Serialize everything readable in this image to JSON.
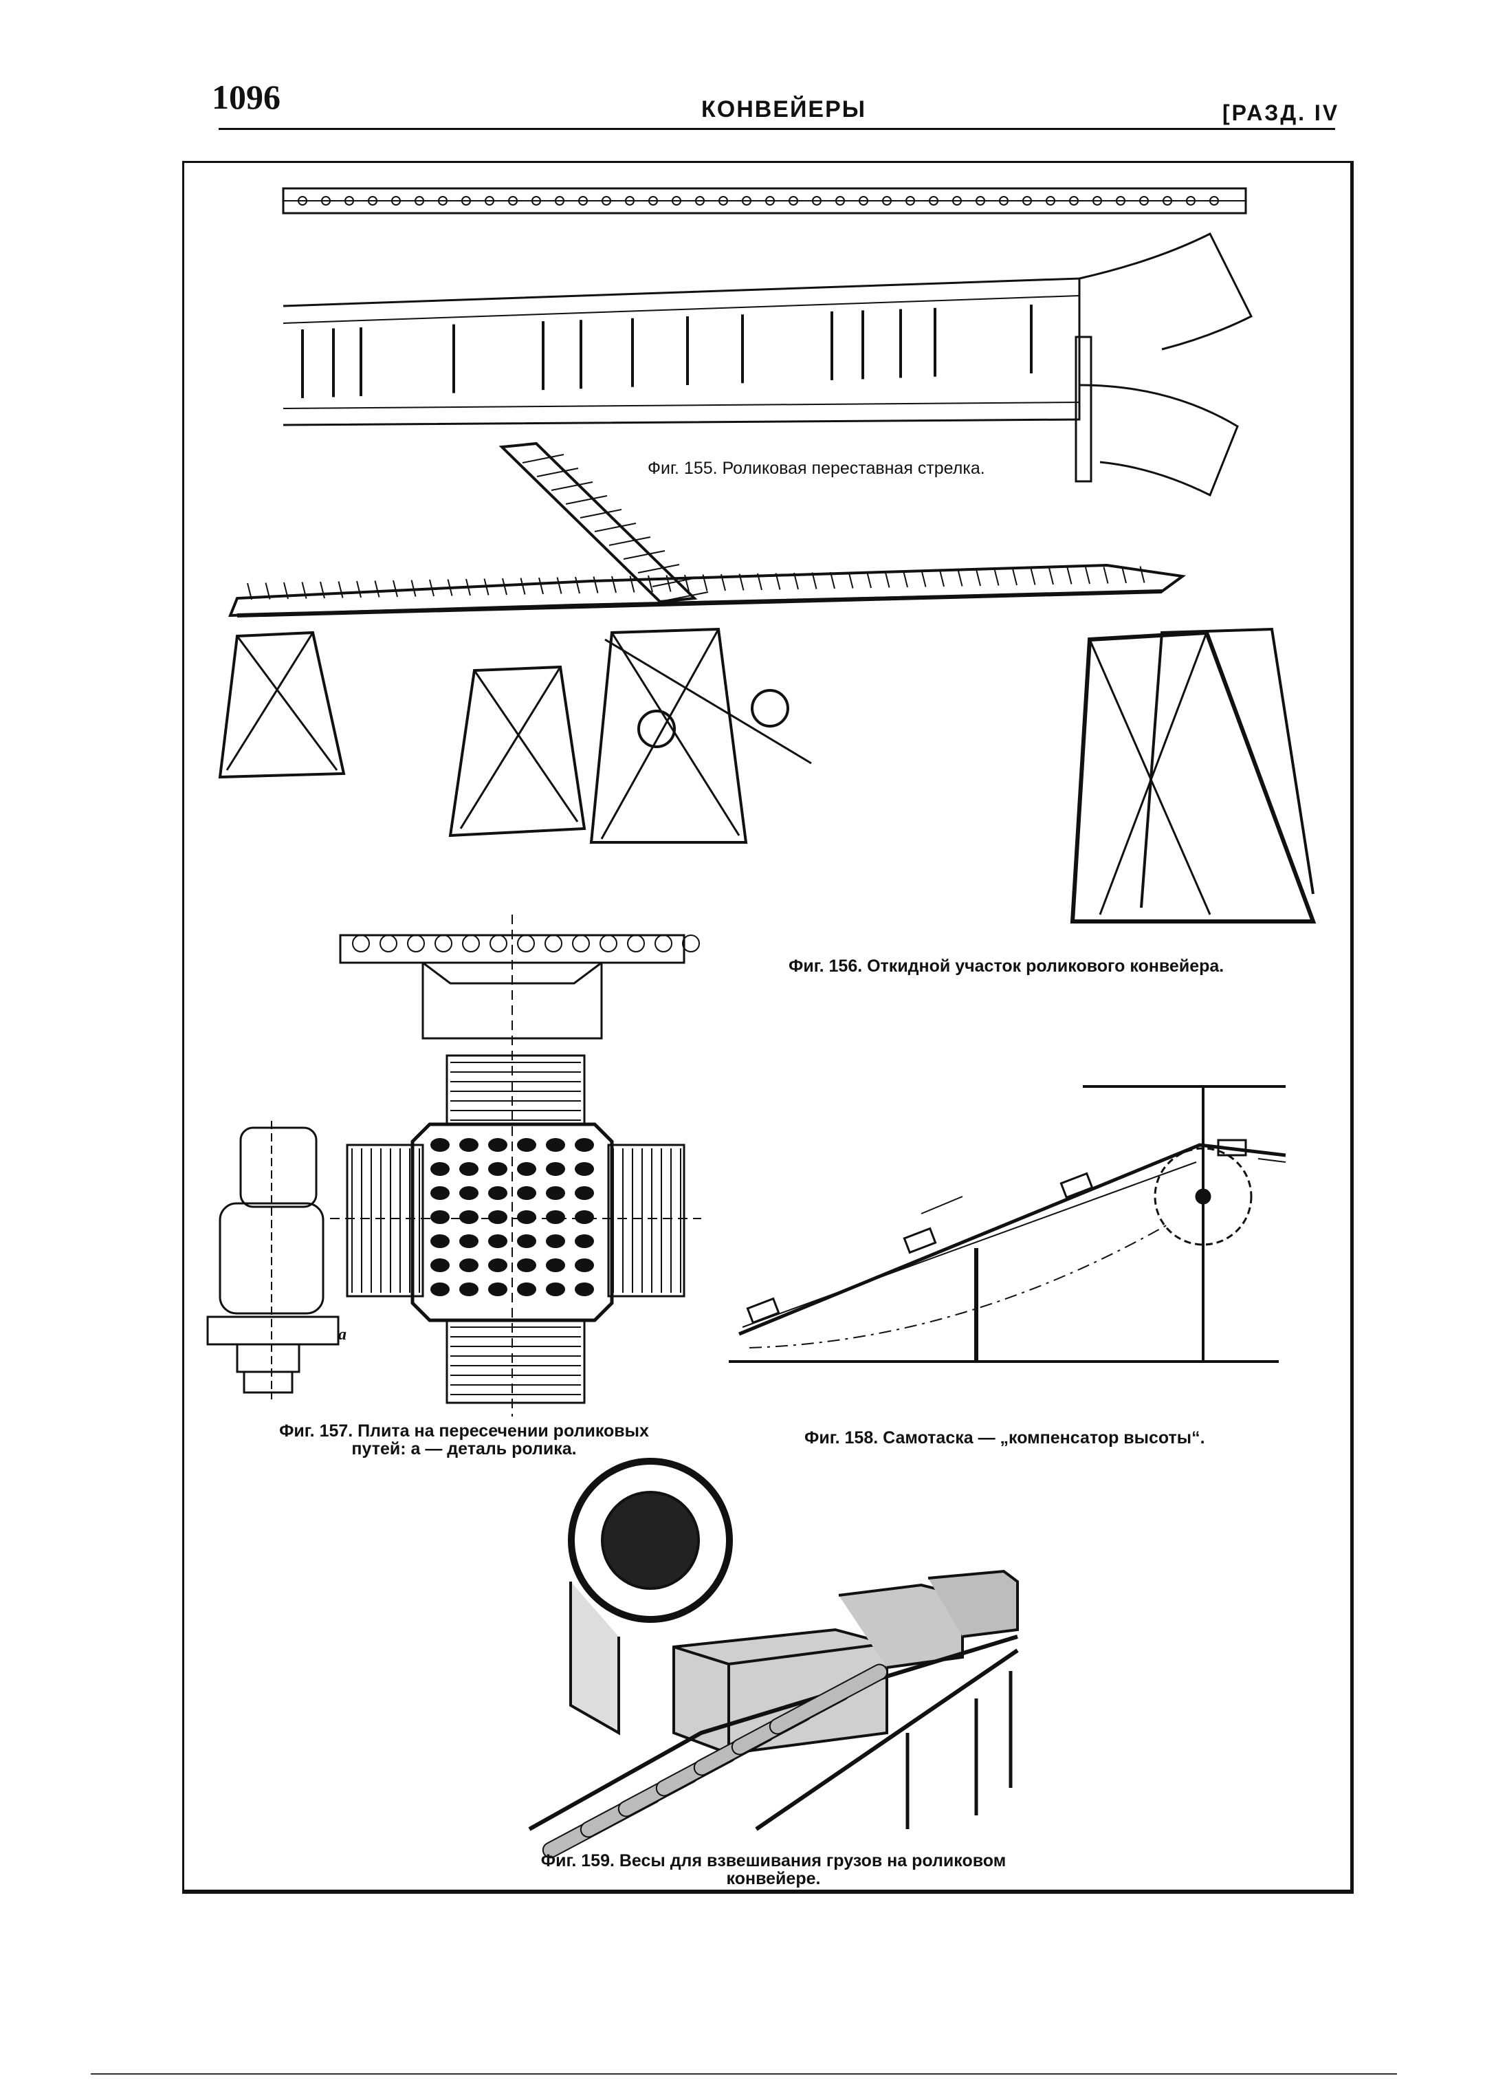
{
  "header": {
    "page_number": "1096",
    "running_title": "КОНВЕЙЕРЫ",
    "section_ref": "[РАЗД. IV"
  },
  "figures": [
    {
      "caption": "Фиг. 155. Роликовая переставная стрелка."
    },
    {
      "caption": "Фиг. 156. Откидной участок роликового конвейера."
    },
    {
      "caption": "Фиг. 157. Плита на пересечении роликовых путей: а — деталь ролика.",
      "detail_label": "а"
    },
    {
      "caption": "Фиг. 158. Самотаска — „компенсатор высоты“."
    },
    {
      "caption": "Фиг. 159. Весы для взвешивания грузов на роликовом конвейере."
    }
  ]
}
